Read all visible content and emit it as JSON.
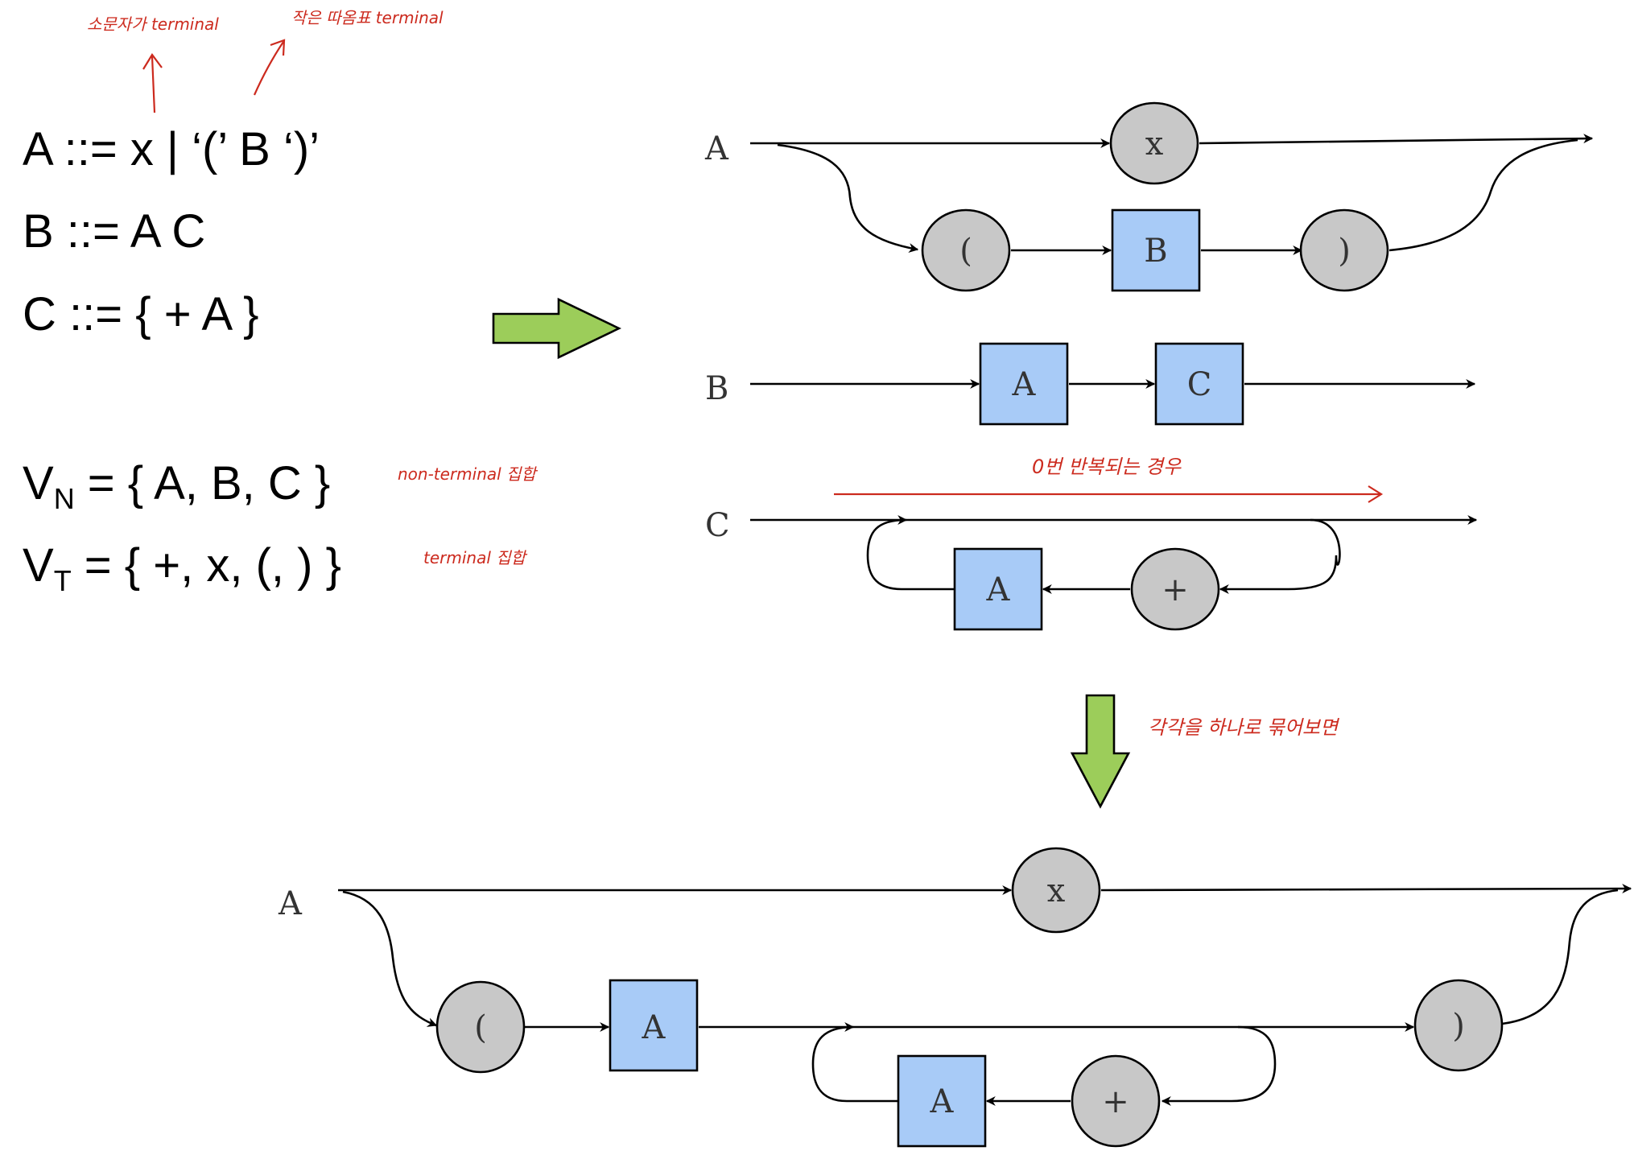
{
  "grammar": {
    "rule_a": "A ::= x | ‘(’ B ‘)’",
    "rule_b": "B ::= A C",
    "rule_c": "C ::= { + A }",
    "vn_v": "V",
    "vn_sub": "N",
    "vn_rest": " = { A, B, C }",
    "vt_v": "V",
    "vt_sub": "T",
    "vt_rest": " = { +, x, (, ) }"
  },
  "annotations": {
    "note_left": "소문자가 terminal",
    "note_right": "작은 따옴표 terminal",
    "vn_note": "non-terminal 집합",
    "vt_note": "terminal 집합",
    "repeat_zero": "0번 반복되는 경우",
    "combine_note": "각각을 하나로 묶어보면"
  },
  "diagram_a": {
    "label": "A",
    "x": "x",
    "lparen": "(",
    "b": "B",
    "rparen": ")"
  },
  "diagram_b": {
    "label": "B",
    "a": "A",
    "c": "C"
  },
  "diagram_c": {
    "label": "C",
    "a": "A",
    "plus": "+"
  },
  "diagram_combined": {
    "label": "A",
    "x": "x",
    "lparen": "(",
    "a1": "A",
    "a2": "A",
    "plus": "+",
    "rparen": ")"
  },
  "colors": {
    "terminal_fill": "#c8c8c8",
    "nonterminal_fill": "#a8cbf7",
    "arrow_green": "#9ccd5a",
    "annotation_red": "#cc2a1e"
  }
}
